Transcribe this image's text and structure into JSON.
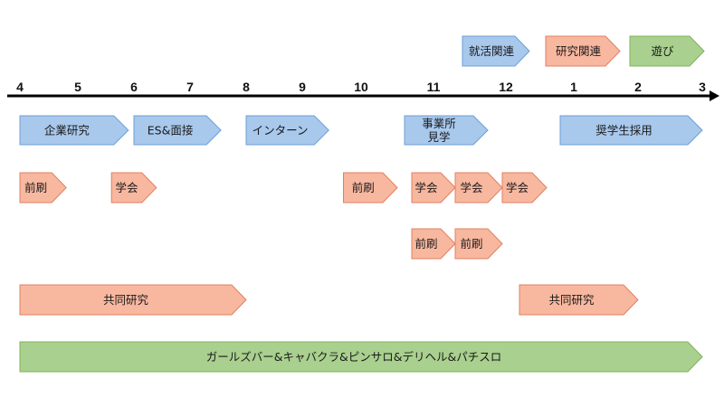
{
  "colors": {
    "blue_fill": "#a8c8ec",
    "blue_stroke": "#6e9fd6",
    "orange_fill": "#f8b79f",
    "orange_stroke": "#e08060",
    "green_fill": "#a9d08e",
    "green_stroke": "#7eb35a",
    "axis": "#000000"
  },
  "legend": [
    {
      "label": "就活関連",
      "kind": "blue"
    },
    {
      "label": "研究関連",
      "kind": "orange"
    },
    {
      "label": "遊び",
      "kind": "green"
    }
  ],
  "months": [
    "4",
    "5",
    "6",
    "7",
    "8",
    "9",
    "10",
    "11",
    "12",
    "1",
    "2",
    "3"
  ],
  "events": [
    {
      "label": "企業研究",
      "kind": "blue",
      "start": 4,
      "end": 5.9,
      "row": "r1"
    },
    {
      "label": "ES&面接",
      "kind": "blue",
      "start": 6,
      "end": 7.55,
      "row": "r1"
    },
    {
      "label": "インターン",
      "kind": "blue",
      "start": 8,
      "end": 9.45,
      "row": "r1"
    },
    {
      "label": "事業所\n見学",
      "kind": "blue",
      "start": 10.6,
      "end": 11.75,
      "row": "r1"
    },
    {
      "label": "奨学生採用",
      "kind": "blue",
      "start": 12.8,
      "end": 15.0,
      "row": "r1"
    },
    {
      "label": "前刷",
      "kind": "orange",
      "start": 4,
      "end": 4.8,
      "row": "r2"
    },
    {
      "label": "学会",
      "kind": "orange",
      "start": 5.6,
      "end": 6.4,
      "row": "r2"
    },
    {
      "label": "前刷",
      "kind": "orange",
      "start": 9.7,
      "end": 10.5,
      "row": "r2"
    },
    {
      "label": "学会",
      "kind": "orange",
      "start": 10.7,
      "end": 11.3,
      "row": "r2"
    },
    {
      "label": "学会",
      "kind": "orange",
      "start": 11.3,
      "end": 11.95,
      "row": "r2"
    },
    {
      "label": "学会",
      "kind": "orange",
      "start": 11.95,
      "end": 12.6,
      "row": "r2"
    },
    {
      "label": "前刷",
      "kind": "orange",
      "start": 10.7,
      "end": 11.3,
      "row": "r3"
    },
    {
      "label": "前刷",
      "kind": "orange",
      "start": 11.3,
      "end": 11.95,
      "row": "r3"
    },
    {
      "label": "共同研究",
      "kind": "orange",
      "start": 4,
      "end": 8.0,
      "row": "r4"
    },
    {
      "label": "共同研究",
      "kind": "orange",
      "start": 12.2,
      "end": 14.0,
      "row": "r4"
    },
    {
      "label": "ガールズバー&キャバクラ&ピンサロ&デリヘル&パチスロ",
      "kind": "green",
      "start": 4,
      "end": 15.0,
      "row": "r5"
    }
  ]
}
